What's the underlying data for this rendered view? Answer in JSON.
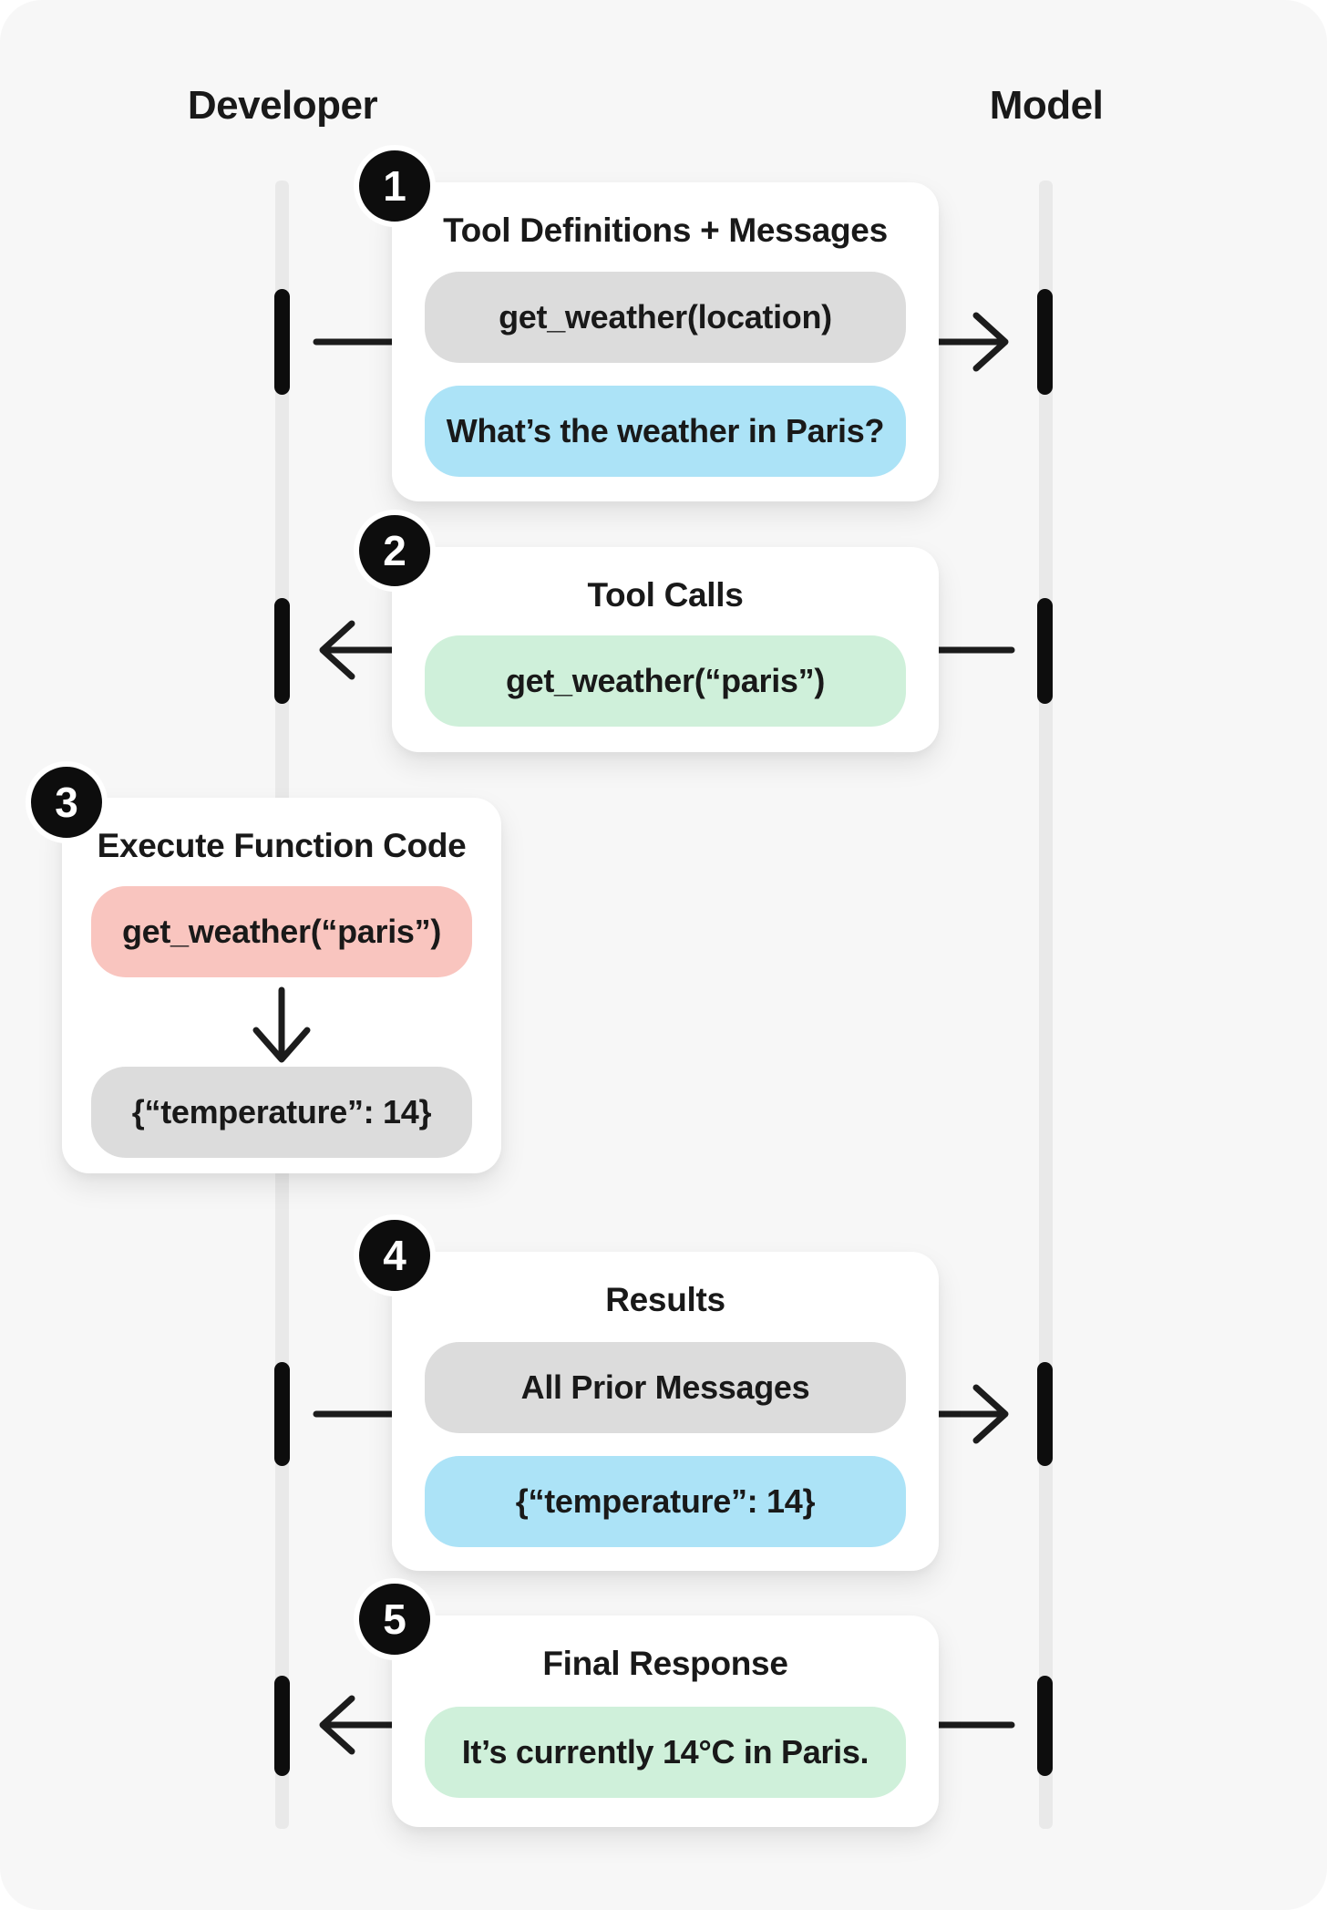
{
  "actors": {
    "left": "Developer",
    "right": "Model"
  },
  "steps": [
    {
      "number": "1",
      "title": "Tool Definitions + Messages",
      "direction": "right",
      "pills": [
        {
          "color": "gray",
          "text": "get_weather(location)"
        },
        {
          "color": "blue",
          "text": "What’s the weather in Paris?"
        }
      ]
    },
    {
      "number": "2",
      "title": "Tool Calls",
      "direction": "left",
      "pills": [
        {
          "color": "green",
          "text": "get_weather(“paris”)"
        }
      ]
    },
    {
      "number": "3",
      "title": "Execute Function Code",
      "direction": "down",
      "pills": [
        {
          "color": "red",
          "text": "get_weather(“paris”)"
        },
        {
          "color": "gray",
          "text": "{“temperature”: 14}"
        }
      ]
    },
    {
      "number": "4",
      "title": "Results",
      "direction": "right",
      "pills": [
        {
          "color": "gray",
          "text": "All Prior Messages"
        },
        {
          "color": "blue",
          "text": "{“temperature”: 14}"
        }
      ]
    },
    {
      "number": "5",
      "title": "Final Response",
      "direction": "left",
      "pills": [
        {
          "color": "green",
          "text": "It’s currently 14°C in Paris."
        }
      ]
    }
  ],
  "colors": {
    "page-bg": "#ffffff",
    "canvas-bg": "#f7f7f7",
    "lifeline": "#e9e9e9",
    "bar": "#0d0d0d",
    "arrow": "#1c1c1c",
    "card-bg": "#ffffff",
    "text": "#191919",
    "badge-bg": "#0d0d0d",
    "badge-text": "#ffffff",
    "pill-gray": "#dcdcdc",
    "pill-blue": "#ace3f7",
    "pill-green": "#cff0da",
    "pill-red": "#f9c5bf"
  }
}
